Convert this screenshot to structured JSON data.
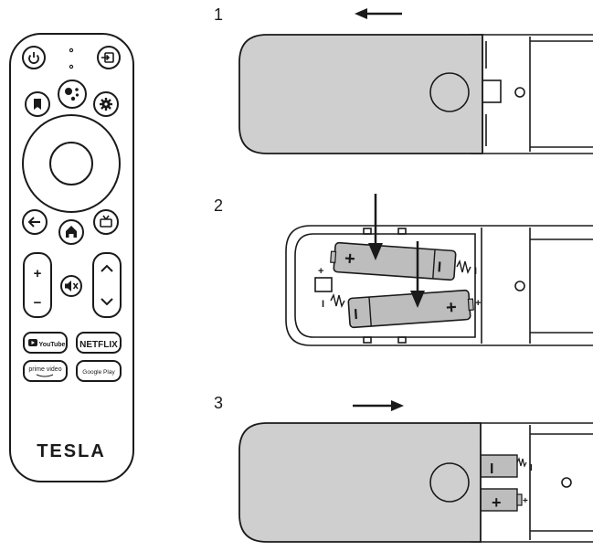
{
  "remote": {
    "brand_logo": "TESLA",
    "buttons": {
      "youtube": "YouTube",
      "netflix": "NETFLIX",
      "prime_video": "prime video",
      "google_play": "Google Play",
      "volume_plus": "+",
      "volume_minus": "−"
    },
    "icons": [
      "power-icon",
      "input-icon",
      "bookmark-icon",
      "assistant-icon",
      "settings-icon",
      "back-icon",
      "home-icon",
      "tv-icon",
      "mute-icon",
      "chevron-up-icon",
      "chevron-down-icon"
    ]
  },
  "steps": [
    {
      "number": "1"
    },
    {
      "number": "2"
    },
    {
      "number": "3"
    }
  ],
  "battery": {
    "plus": "+",
    "minus": "−",
    "terminal_plus": "+",
    "terminal_minus": "I"
  },
  "colors": {
    "cover_fill": "#cfcfcf",
    "line": "#1a1a1a",
    "battery_fill": "#bdbdbd"
  }
}
